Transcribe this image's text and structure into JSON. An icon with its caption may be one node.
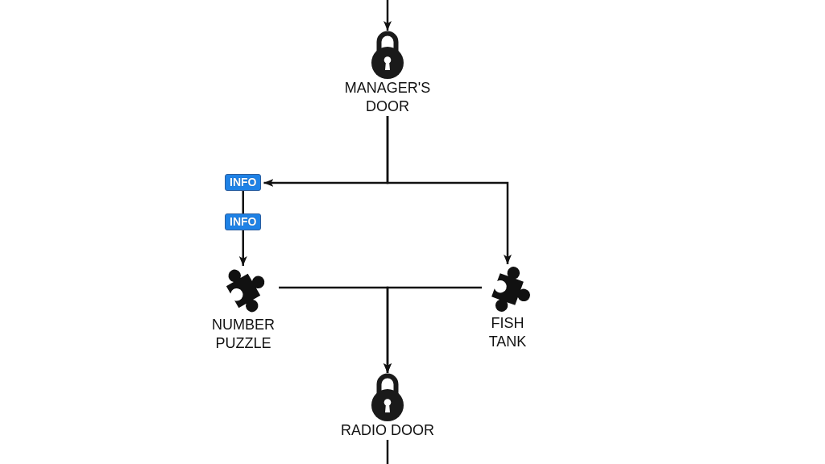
{
  "diagram": {
    "nodes": [
      {
        "text": [
          "MANAGER'S DOOR"
        ]
      },
      {
        "text": [
          "INFO"
        ]
      },
      {
        "text": [
          "INFO"
        ]
      },
      {
        "text": [
          "NUMBER PUZZLE"
        ]
      },
      {
        "text": [
          "FISH TANK"
        ]
      },
      {
        "text": [
          "RADIO DOOR"
        ]
      }
    ],
    "edges": [
      {
        "from": null,
        "to": 0,
        "arrow": "to"
      },
      {
        "from": 0,
        "to": 1,
        "arrow": "to"
      },
      {
        "from": 0,
        "to": 4,
        "arrow": "to"
      },
      {
        "from": 1,
        "to": 2,
        "arrow": "none"
      },
      {
        "from": 2,
        "to": 3,
        "arrow": "to"
      },
      {
        "from": 3,
        "to": 5,
        "arrow": "to"
      },
      {
        "from": 4,
        "to": 5,
        "arrow": "to"
      },
      {
        "from": 5,
        "to": null,
        "arrow": "none"
      }
    ]
  }
}
